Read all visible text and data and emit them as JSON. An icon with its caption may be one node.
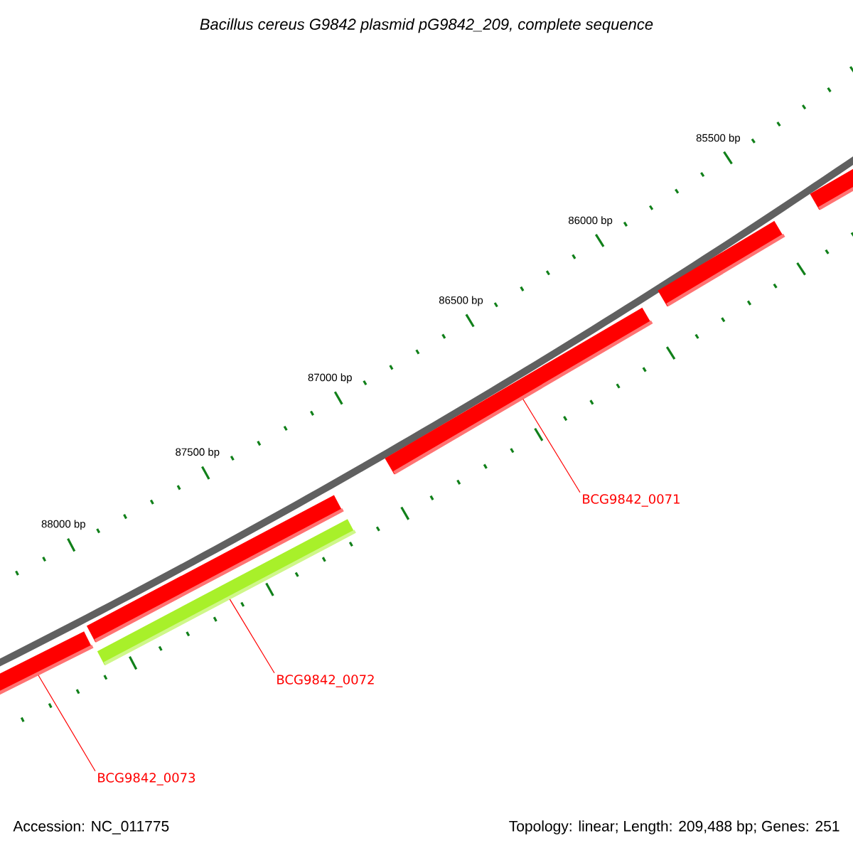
{
  "diagram": {
    "title": "Bacillus cereus G9842 plasmid pG9842_209, complete sequence",
    "nodes": [
      {
        "text": [],
        "shape": "bar"
      },
      {
        "text": [],
        "shape": "bar"
      },
      {
        "text": [],
        "shape": "bar"
      },
      {
        "text": [],
        "shape": "bar"
      },
      {
        "text": [],
        "shape": "bar"
      },
      {
        "text": [],
        "shape": "bar"
      },
      {
        "text": [
          "BCG9842_0071"
        ]
      },
      {
        "text": [
          "BCG9842_0072"
        ]
      },
      {
        "text": [
          "BCG9842_0073"
        ]
      }
    ],
    "edges": [
      {
        "from": 6,
        "to": 3,
        "arrow": "none"
      },
      {
        "from": 7,
        "to": 2,
        "arrow": "none"
      },
      {
        "from": 8,
        "to": 0,
        "arrow": "none"
      }
    ],
    "labels": [
      "85500 bp",
      "86000 bp",
      "86500 bp",
      "87000 bp",
      "87500 bp",
      "88000 bp",
      "Accession: NC_011775",
      "Topology: linear; Length: 209,488 bp; Genes: 251"
    ]
  }
}
